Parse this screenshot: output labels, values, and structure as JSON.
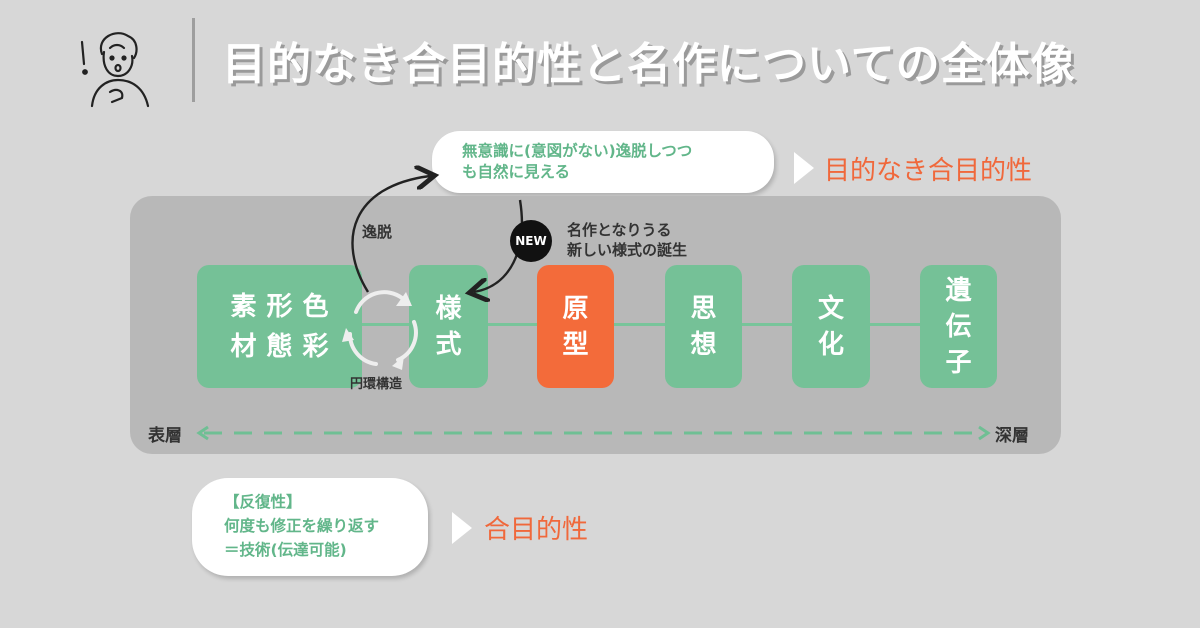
{
  "title": "目的なき合目的性と名作についての全体像",
  "callout_top": {
    "text": "無意識に(意図がない)逸脱しつつ\nも自然に見える",
    "label": "目的なき合目的性"
  },
  "diagram": {
    "stages": [
      {
        "id": "material",
        "lines": [
          "素",
          "形",
          "色",
          "材",
          "態",
          "彩"
        ]
      },
      {
        "id": "style",
        "text": "様式"
      },
      {
        "id": "archetype",
        "text": "原型"
      },
      {
        "id": "thought",
        "text": "思想"
      },
      {
        "id": "culture",
        "text": "文化"
      },
      {
        "id": "gene",
        "text": "遺伝子"
      }
    ],
    "itsudatsu_label": "逸脱",
    "circular_label": "円環構造",
    "new_badge": "NEW",
    "new_description": "名作となりうる\n新しい様式の誕生",
    "axis_start": "表層",
    "axis_end": "深層"
  },
  "callout_bottom": {
    "text": "【反復性】\n何度も修正を繰り返す\n＝技術(伝達可能)",
    "label": "合目的性"
  },
  "colors": {
    "green": "#75c197",
    "orange": "#f36b3a",
    "panel": "#b8b8b8",
    "background": "#d7d7d7"
  }
}
